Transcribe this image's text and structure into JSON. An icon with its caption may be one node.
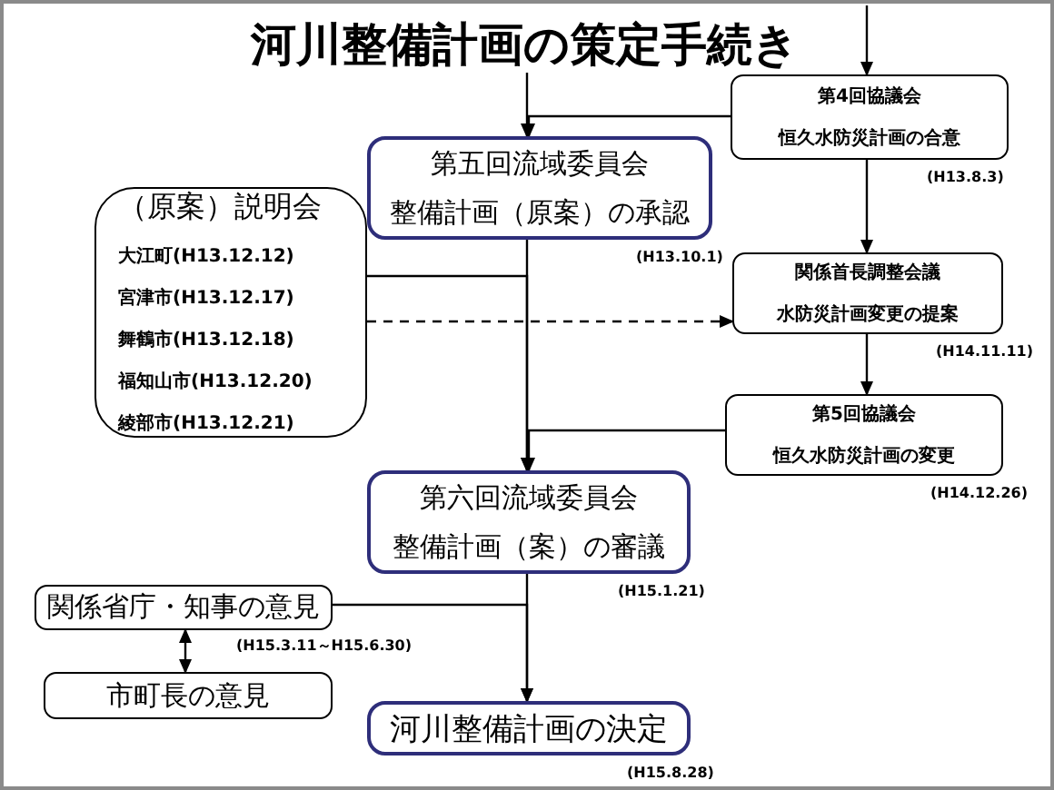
{
  "diagram": {
    "title": "河川整備計画の策定手続き",
    "nodes": [
      {
        "text": [
          "第五回流域委員会",
          "整備計画（原案）の承認"
        ],
        "beside": [
          "(H13.10.1)"
        ]
      },
      {
        "text": [
          "第4回協議会",
          "恒久水防災計画の合意"
        ],
        "beside": [
          "(H13.8.3)"
        ]
      },
      {
        "text": [
          "（原案）説明会",
          "大江町(H13.12.12)",
          "宮津市(H13.12.17)",
          "舞鶴市(H13.12.18)",
          "福知山市(H13.12.20)",
          "綾部市(H13.12.21)"
        ]
      },
      {
        "text": [
          "関係首長調整会議",
          "水防災計画変更の提案"
        ],
        "beside": [
          "(H14.11.11)"
        ]
      },
      {
        "text": [
          "第5回協議会",
          "恒久水防災計画の変更"
        ],
        "beside": [
          "(H14.12.26)"
        ]
      },
      {
        "text": [
          "第六回流域委員会",
          "整備計画（案）の審議"
        ],
        "beside": [
          "(H15.1.21)"
        ]
      },
      {
        "text": [
          "関係省庁・知事の意見"
        ],
        "beside": [
          "(H15.3.11～H15.6.30)"
        ]
      },
      {
        "text": [
          "市町長の意見"
        ]
      },
      {
        "text": [
          "河川整備計画の決定"
        ],
        "beside": [
          "(H15.8.28)"
        ]
      }
    ],
    "edges": [
      {
        "from": null,
        "to": 0,
        "arrow": "to"
      },
      {
        "from": null,
        "to": 1,
        "arrow": "to"
      },
      {
        "from": 1,
        "to": 0,
        "arrow": "to"
      },
      {
        "from": 1,
        "to": 3,
        "arrow": "to"
      },
      {
        "from": 2,
        "to": 5,
        "arrow": "to"
      },
      {
        "from": 2,
        "to": 3,
        "arrow": "to",
        "style": "dashed"
      },
      {
        "from": 3,
        "to": 4,
        "arrow": "to"
      },
      {
        "from": 4,
        "to": 5,
        "arrow": "to"
      },
      {
        "from": 0,
        "to": 5,
        "arrow": "to"
      },
      {
        "from": 6,
        "to": 8,
        "arrow": "to"
      },
      {
        "from": 5,
        "to": 8,
        "arrow": "to"
      },
      {
        "from": 6,
        "to": 7,
        "arrow": "both"
      }
    ]
  }
}
